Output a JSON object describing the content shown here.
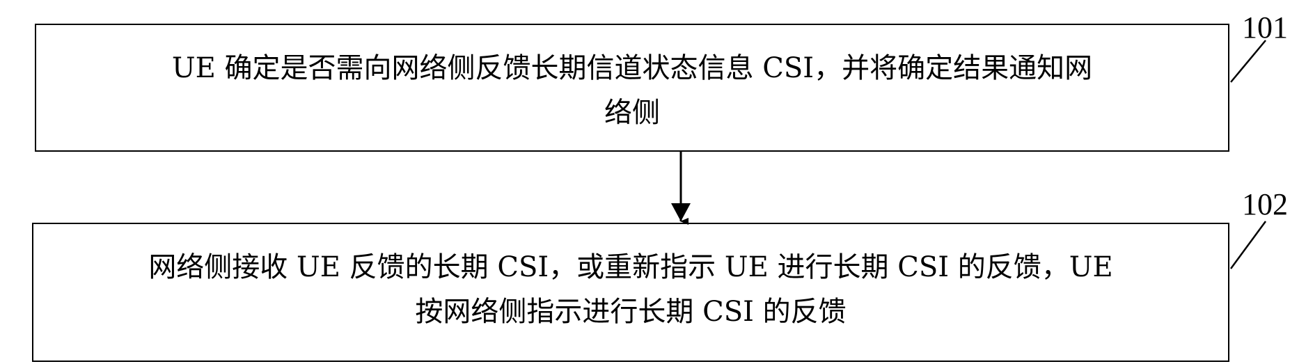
{
  "steps": [
    {
      "number": "101",
      "text": "UE 确定是否需向网络侧反馈长期信道状态信息 CSI，并将确定结果通知网\n络侧"
    },
    {
      "number": "102",
      "text": "网络侧接收 UE 反馈的长期 CSI，或重新指示 UE 进行长期 CSI 的反馈，UE\n按网络侧指示进行长期 CSI 的反馈"
    }
  ],
  "colors": {
    "stroke": "#000000",
    "background": "#ffffff"
  }
}
